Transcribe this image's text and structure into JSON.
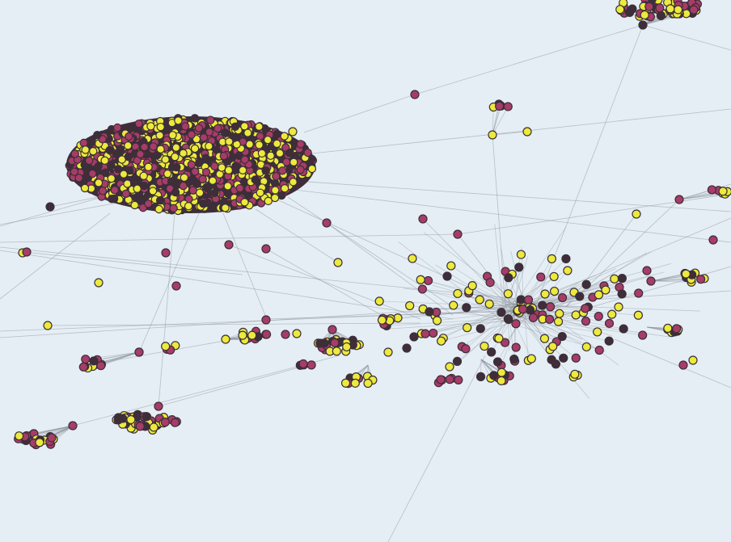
{
  "colors": {
    "background": "#e5edf5",
    "edge": "#8a9098",
    "node_outline": "#3a2f38",
    "node_types": {
      "yellow": "#ecea3c",
      "magenta": "#a83c68",
      "dark": "#3f2e3a"
    }
  },
  "diagram": {
    "type": "network-graph",
    "node_shape": "circle",
    "hubs": [
      {
        "name": "large-elliptical-cluster",
        "cluster": "dense",
        "mix": [
          "yellow",
          "magenta",
          "dark"
        ]
      },
      {
        "name": "central-star-hub",
        "cluster": "scattered",
        "mix": [
          "yellow",
          "magenta",
          "dark"
        ]
      },
      {
        "name": "top-right-cluster",
        "cluster": "small",
        "mix": [
          "magenta",
          "yellow",
          "dark"
        ]
      }
    ],
    "peripheral_clusters": [
      "left-lower",
      "bottom-left",
      "bottom-center-left",
      "center-chain",
      "right-side",
      "upper-mid"
    ]
  }
}
